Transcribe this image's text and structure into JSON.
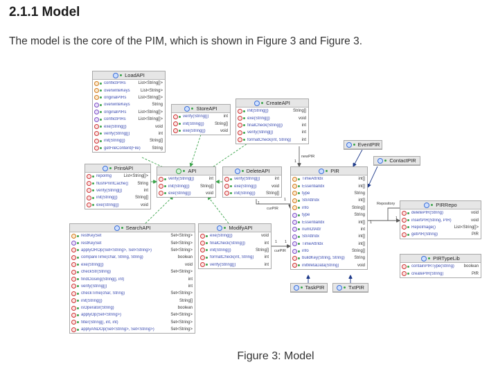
{
  "heading": "2.1.1 Model",
  "intro": "The model is the core of the PIM, which is shown in Figure 3 and Figure 3.",
  "caption": "Figure 3: Model",
  "colors": {
    "edge": "#5a5a5a",
    "dependency": "#3aa34a",
    "association": "#1e3a8a"
  },
  "classes": {
    "loadapi": {
      "name": "LoadAPI",
      "kind": "class",
      "members": [
        {
          "icon": "f",
          "name": "conflictPIRs",
          "type": "List<String[]>"
        },
        {
          "icon": "f",
          "name": "overwriteKeys",
          "type": "List<String>"
        },
        {
          "icon": "f",
          "name": "originalPIRs",
          "type": "List<String[]>"
        },
        {
          "icon": "p",
          "name": "overwriteKeys",
          "type": "String"
        },
        {
          "icon": "p",
          "name": "originalPIRs",
          "type": "List<String[]>"
        },
        {
          "icon": "p",
          "name": "conflictPIRs",
          "type": "List<String[]>"
        },
        {
          "icon": "m",
          "name": "exe(String[])",
          "type": "void"
        },
        {
          "icon": "m",
          "name": "verify(String[])",
          "type": "int"
        },
        {
          "icon": "m",
          "name": "init(String[])",
          "type": "String[]"
        },
        {
          "icon": "m",
          "name": "getFileContent(File)",
          "type": "String"
        }
      ]
    },
    "storeapi": {
      "name": "StoreAPI",
      "kind": "class",
      "members": [
        {
          "icon": "m",
          "name": "verify(String[])",
          "type": "int"
        },
        {
          "icon": "m",
          "name": "init(String[])",
          "type": "String[]"
        },
        {
          "icon": "m",
          "name": "exe(String[])",
          "type": "void"
        }
      ]
    },
    "createapi": {
      "name": "CreateAPI",
      "kind": "class",
      "members": [
        {
          "icon": "m",
          "name": "init(String[])",
          "type": "String[]"
        },
        {
          "icon": "m",
          "name": "exe(String[])",
          "type": "void"
        },
        {
          "icon": "m",
          "name": "finalCheck(String[])",
          "type": "int"
        },
        {
          "icon": "m",
          "name": "verify(String[])",
          "type": "int"
        },
        {
          "icon": "m",
          "name": "formatCheck(int, String)",
          "type": "int"
        }
      ]
    },
    "eventpir": {
      "name": "EventPIR",
      "kind": "class",
      "members": []
    },
    "contactpir": {
      "name": "ContactPIR",
      "kind": "class",
      "members": []
    },
    "printapi": {
      "name": "PrintAPI",
      "kind": "class",
      "members": [
        {
          "icon": "m",
          "name": "repoImg",
          "type": "List<String[]>"
        },
        {
          "icon": "m",
          "name": "flushPrintCache()",
          "type": "String"
        },
        {
          "icon": "m",
          "name": "verify(String[])",
          "type": "int"
        },
        {
          "icon": "m",
          "name": "init(String[])",
          "type": "String[]"
        },
        {
          "icon": "m",
          "name": "exe(String[])",
          "type": "void"
        }
      ]
    },
    "api": {
      "name": "API",
      "kind": "interface",
      "members": [
        {
          "icon": "m",
          "name": "verify(String[])",
          "type": "int"
        },
        {
          "icon": "m",
          "name": "init(String[])",
          "type": "String[]"
        },
        {
          "icon": "m",
          "name": "exe(String[])",
          "type": "void"
        }
      ]
    },
    "deleteapi": {
      "name": "DeleteAPI",
      "kind": "class",
      "members": [
        {
          "icon": "m",
          "name": "verify(String[])",
          "type": "int"
        },
        {
          "icon": "m",
          "name": "exe(String[])",
          "type": "void"
        },
        {
          "icon": "m",
          "name": "init(String[])",
          "type": "String[]"
        }
      ]
    },
    "pir": {
      "name": "PIR",
      "kind": "class",
      "members": [
        {
          "icon": "f",
          "name": "TimeAttrIdx",
          "type": "int[]"
        },
        {
          "icon": "f",
          "name": "EssentialIdx",
          "type": "int[]"
        },
        {
          "icon": "f",
          "name": "type",
          "type": "String"
        },
        {
          "icon": "f",
          "name": "StrAttrIdx",
          "type": "int[]"
        },
        {
          "icon": "f",
          "name": "info",
          "type": "String[]"
        },
        {
          "icon": "p",
          "name": "type",
          "type": "String"
        },
        {
          "icon": "p",
          "name": "EssentialIdx",
          "type": "int[]"
        },
        {
          "icon": "p",
          "name": "numOfAttr",
          "type": "int"
        },
        {
          "icon": "p",
          "name": "StrAttrIdx",
          "type": "int[]"
        },
        {
          "icon": "p",
          "name": "TimeAttrIdx",
          "type": "int[]"
        },
        {
          "icon": "p",
          "name": "info",
          "type": "String[]"
        },
        {
          "icon": "m",
          "name": "buildKey(String, String)",
          "type": "String"
        },
        {
          "icon": "m",
          "name": "initMetaData(String)",
          "type": "void"
        }
      ]
    },
    "pirrepo": {
      "name": "PIRRepo",
      "kind": "class",
      "members": [
        {
          "icon": "m",
          "name": "deletePIR(String)",
          "type": "void"
        },
        {
          "icon": "m",
          "name": "insertPIR(String, PIR)",
          "type": "void"
        },
        {
          "icon": "m",
          "name": "RepoImage()",
          "type": "List<String[]>"
        },
        {
          "icon": "m",
          "name": "getPIR(String)",
          "type": "PIR"
        }
      ]
    },
    "searchapi": {
      "name": "SearchAPI",
      "kind": "class",
      "members": [
        {
          "icon": "f",
          "name": "restKeySet",
          "type": "Set<String>"
        },
        {
          "icon": "p",
          "name": "restKeySet",
          "type": "Set<String>"
        },
        {
          "icon": "m",
          "name": "applyOROp(Set<String>, Set<String>)",
          "type": "Set<String>"
        },
        {
          "icon": "m",
          "name": "compareTime(char, String, String)",
          "type": "boolean"
        },
        {
          "icon": "m",
          "name": "exe(String[])",
          "type": "void"
        },
        {
          "icon": "m",
          "name": "checkStr(String)",
          "type": "Set<String>"
        },
        {
          "icon": "m",
          "name": "findClosing(String[], int)",
          "type": "int"
        },
        {
          "icon": "m",
          "name": "verify(String[])",
          "type": "int"
        },
        {
          "icon": "m",
          "name": "checkTime(char, String)",
          "type": "Set<String>"
        },
        {
          "icon": "m",
          "name": "init(String[])",
          "type": "String[]"
        },
        {
          "icon": "m",
          "name": "isOperator(String)",
          "type": "boolean"
        },
        {
          "icon": "m",
          "name": "applyOp(Set<String>)",
          "type": "Set<String>"
        },
        {
          "icon": "m",
          "name": "filter(String[], int, int)",
          "type": "Set<String>"
        },
        {
          "icon": "m",
          "name": "applyANDOp(Set<String>, Set<String>)",
          "type": "Set<String>"
        }
      ]
    },
    "modifyapi": {
      "name": "ModifyAPI",
      "kind": "class",
      "members": [
        {
          "icon": "m",
          "name": "exe(String[])",
          "type": "void"
        },
        {
          "icon": "m",
          "name": "finalCheck(String[])",
          "type": "int"
        },
        {
          "icon": "m",
          "name": "init(String[])",
          "type": "String[]"
        },
        {
          "icon": "m",
          "name": "formatCheck(int, String)",
          "type": "int"
        },
        {
          "icon": "m",
          "name": "verify(String[])",
          "type": "int"
        }
      ]
    },
    "pirtypelib": {
      "name": "PIRTypeLib",
      "kind": "class",
      "members": [
        {
          "icon": "m",
          "name": "containPIRType(String)",
          "type": "boolean"
        },
        {
          "icon": "m",
          "name": "createPIR(String)",
          "type": "PIR"
        }
      ]
    },
    "taskpir": {
      "name": "TaskPIR",
      "kind": "class",
      "members": []
    },
    "txtpir": {
      "name": "TxtPIR",
      "kind": "class",
      "members": []
    }
  },
  "edge_labels": {
    "newpir": "newPIR",
    "curpir_delete": "curPIR",
    "curpir_modify": "curPIR",
    "repository": "Repository",
    "one_a": "1",
    "one_b": "1",
    "one_c": "1",
    "one_d": "1",
    "one_e": "1",
    "one_f": "1",
    "one_g": "1"
  }
}
